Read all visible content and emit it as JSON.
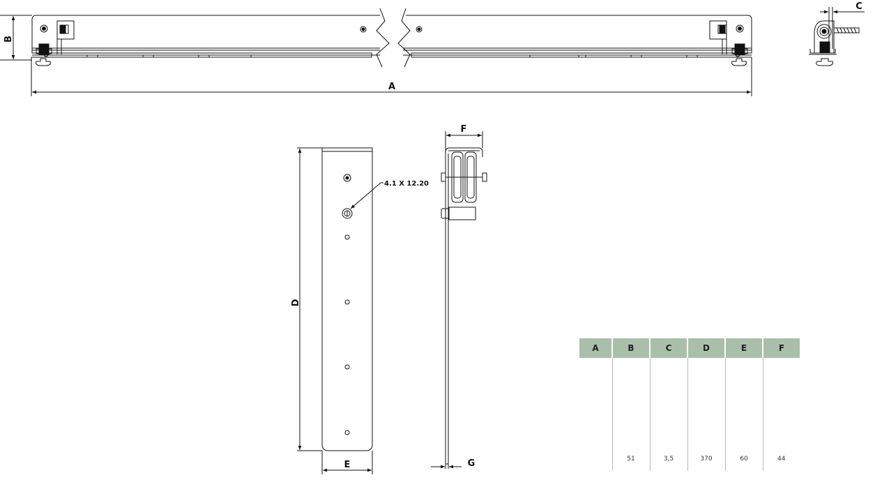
{
  "dimension_labels": {
    "a": "A",
    "b": "B",
    "c": "C",
    "d": "D",
    "e": "E",
    "f": "F",
    "g": "G"
  },
  "callout": {
    "hole_spec": "4.1 X 12.20"
  },
  "dimension_table": {
    "headers": [
      "A",
      "B",
      "C",
      "D",
      "E",
      "F"
    ],
    "values": [
      "",
      "51",
      "3,5",
      "370",
      "60",
      "44"
    ],
    "header_color": "#a9bfa9"
  }
}
